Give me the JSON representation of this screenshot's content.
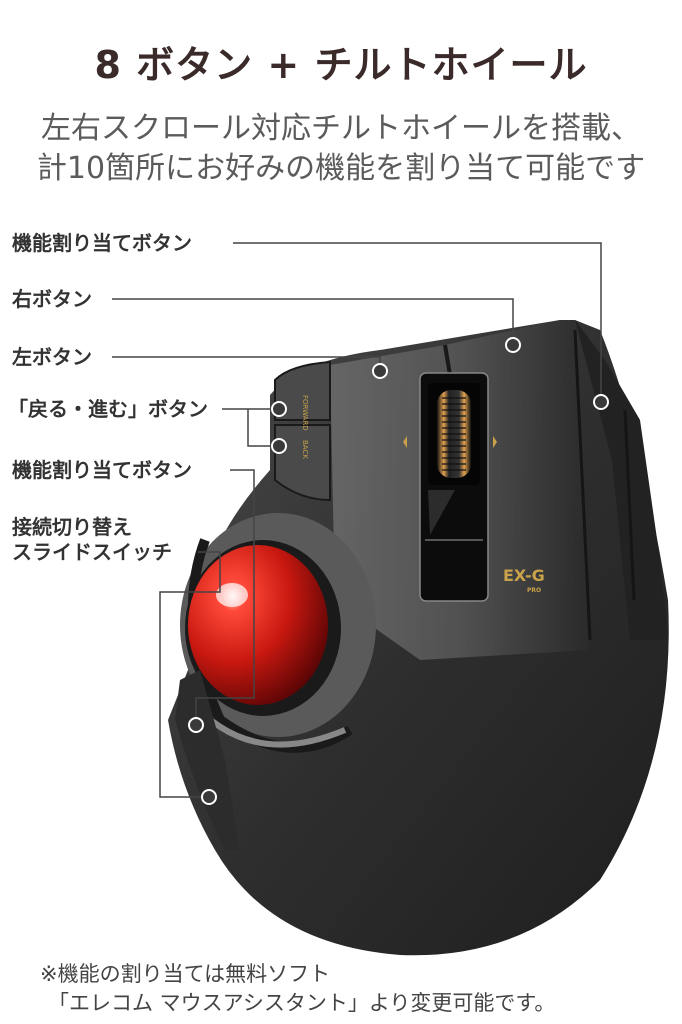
{
  "header": {
    "title": "8 ボタン + チルトホイール",
    "subtitle_line1": "左右スクロール対応チルトホイールを搭載、",
    "subtitle_line2": "計10箇所にお好みの機能を割り当て可能です"
  },
  "callouts": [
    {
      "label": "機能割り当てボタン",
      "target": "side-button-top"
    },
    {
      "label": "右ボタン",
      "target": "right-button"
    },
    {
      "label": "左ボタン",
      "target": "left-button"
    },
    {
      "label": "「戻る・進む」ボタン",
      "target": "back-forward-buttons"
    },
    {
      "label": "機能割り当てボタン",
      "target": "trackball-bezel-button"
    },
    {
      "label_line1": "接続切り替え",
      "label_line2": "スライドスイッチ",
      "target": "connection-switch"
    }
  ],
  "product": {
    "brand_mark": "EX-G",
    "brand_sub": "PRO",
    "forward_label": "FORWARD",
    "back_label": "BACK",
    "colors": {
      "body": "#2b2b2b",
      "ball": "#d0201a",
      "accent_gold": "#c9a24a"
    }
  },
  "footnote": {
    "line1": "※機能の割り当ては無料ソフト",
    "line2": "「エレコム マウスアシスタント」より変更可能です。"
  }
}
